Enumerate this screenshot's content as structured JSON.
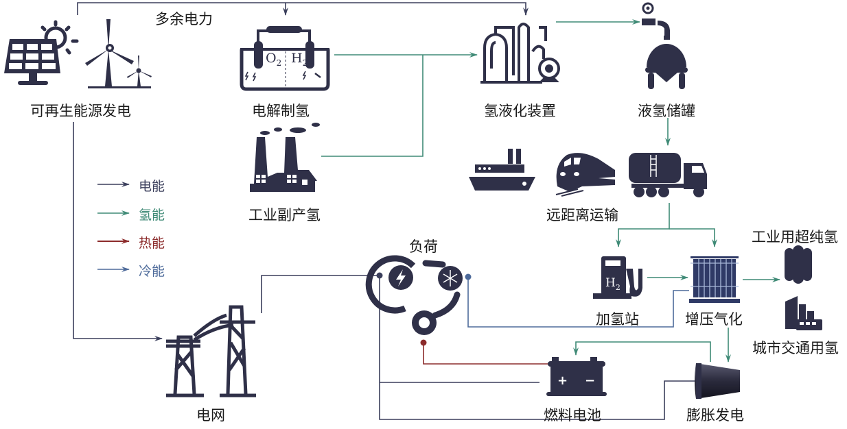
{
  "colors": {
    "electric": "#3b3f5c",
    "hydrogen": "#3f8a76",
    "heat": "#8c2b2b",
    "cold": "#4d6a9a",
    "icon": "#2f3048"
  },
  "top_line_label": "多余电力",
  "nodes": {
    "renewable": "可再生能源发电",
    "electrolysis": "电解制氢",
    "industrial_byproduct": "工业副产氢",
    "liquefaction": "氢液化装置",
    "liquid_storage": "液氢储罐",
    "long_transport": "远距离运输",
    "load": "负荷",
    "refueling_station": "加氢站",
    "pressurize_gasify": "增压气化",
    "industrial_use": "工业用超纯氢",
    "urban_transport": "城市交通用氢",
    "grid": "电网",
    "fuel_cell": "燃料电池",
    "expansion_power": "膨胀发电"
  },
  "electrolysis_labels": {
    "o2": "O",
    "o2_sub": "2",
    "h2": "H",
    "h2_sub": "2"
  },
  "station_label": {
    "h": "H",
    "sub": "2"
  },
  "battery_labels": {
    "plus": "+",
    "minus": "−"
  },
  "legend": [
    {
      "label": "电能",
      "type": "electric"
    },
    {
      "label": "氢能",
      "type": "hydrogen"
    },
    {
      "label": "热能",
      "type": "heat"
    },
    {
      "label": "冷能",
      "type": "cold"
    }
  ]
}
